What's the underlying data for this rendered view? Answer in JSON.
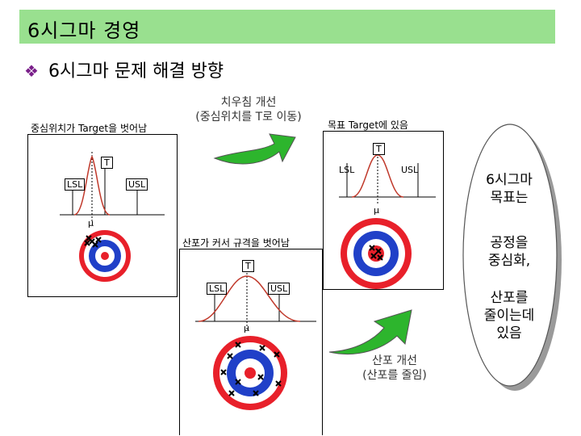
{
  "header": {
    "title": "6시그마 경영"
  },
  "subtitle": {
    "bullet_icon": "diamond-bullet-icon",
    "text": "6시그마 문제 해결 방향"
  },
  "left_panel": {
    "caption": "중심위치가 Target을 벗어남",
    "t_label": "T",
    "lsl_label": "LSL",
    "usl_label": "USL",
    "mu_label": "μ"
  },
  "top_callout": {
    "line1": "치우침 개선",
    "line2": "(중심위치를 T로 이동)"
  },
  "right_panel": {
    "caption": "목표 Target에 있음",
    "t_label": "T",
    "lsl_label": "LSL",
    "usl_label": "USL",
    "mu_label": "μ"
  },
  "bottom_panel": {
    "caption": "산포가 커서 규격을 벗어남",
    "t_label": "T",
    "lsl_label": "LSL",
    "usl_label": "USL",
    "mu_label": "μ"
  },
  "bottom_callout": {
    "line1": "산포 개선",
    "line2": "(산포를 줄임)"
  },
  "oval": {
    "p1_line1": "6시그마",
    "p1_line2": "목표는",
    "p2_line1": "공정을",
    "p2_line2": "중심화,",
    "p3_line1": "산포를",
    "p3_line2": "줄이는데",
    "p3_line3": "있음"
  },
  "colors": {
    "title_bg": "#99e08f",
    "target_red": "#e8202a",
    "target_blue": "#2040c8",
    "arrow_green": "#2db52d",
    "curve": "#c0392b"
  }
}
